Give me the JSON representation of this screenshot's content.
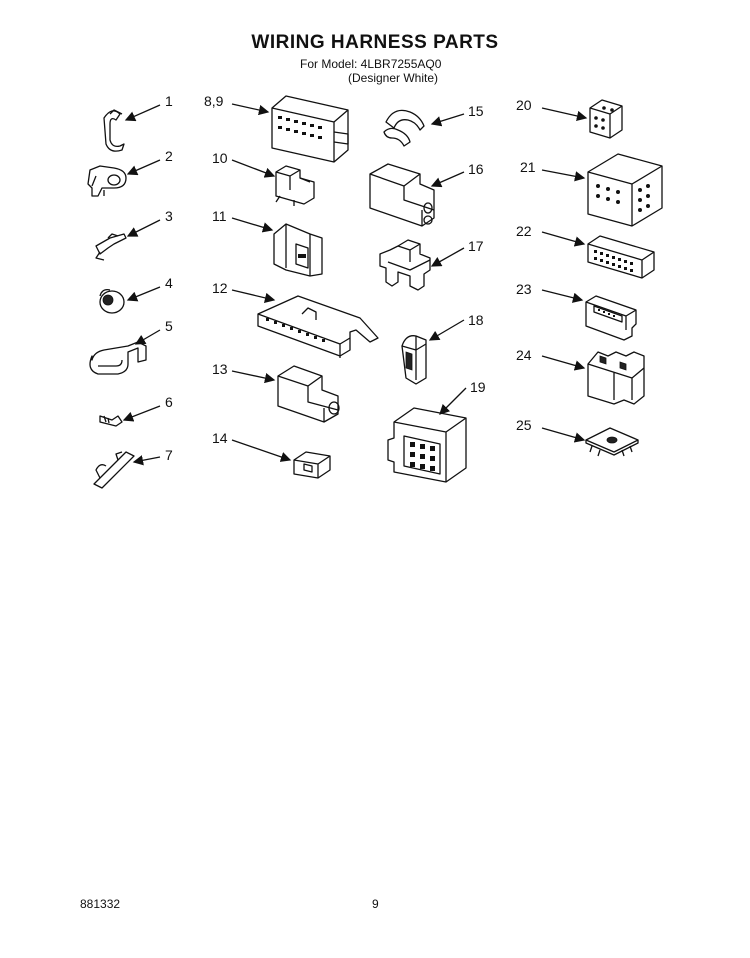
{
  "header": {
    "title": "WIRING HARNESS PARTS",
    "model_line": "For Model: 4LBR7255AQ0",
    "color_line": "(Designer White)"
  },
  "parts": [
    {
      "id": "p1",
      "label": "1"
    },
    {
      "id": "p2",
      "label": "2"
    },
    {
      "id": "p3",
      "label": "3"
    },
    {
      "id": "p4",
      "label": "4"
    },
    {
      "id": "p5",
      "label": "5"
    },
    {
      "id": "p6",
      "label": "6"
    },
    {
      "id": "p7",
      "label": "7"
    },
    {
      "id": "p89",
      "label": "8,9"
    },
    {
      "id": "p10",
      "label": "10"
    },
    {
      "id": "p11",
      "label": "11"
    },
    {
      "id": "p12",
      "label": "12"
    },
    {
      "id": "p13",
      "label": "13"
    },
    {
      "id": "p14",
      "label": "14"
    },
    {
      "id": "p15",
      "label": "15"
    },
    {
      "id": "p16",
      "label": "16"
    },
    {
      "id": "p17",
      "label": "17"
    },
    {
      "id": "p18",
      "label": "18"
    },
    {
      "id": "p19",
      "label": "19"
    },
    {
      "id": "p20",
      "label": "20"
    },
    {
      "id": "p21",
      "label": "21"
    },
    {
      "id": "p22",
      "label": "22"
    },
    {
      "id": "p23",
      "label": "23"
    },
    {
      "id": "p24",
      "label": "24"
    },
    {
      "id": "p25",
      "label": "25"
    }
  ],
  "footer": {
    "doc_number": "881332",
    "page_number": "9"
  }
}
